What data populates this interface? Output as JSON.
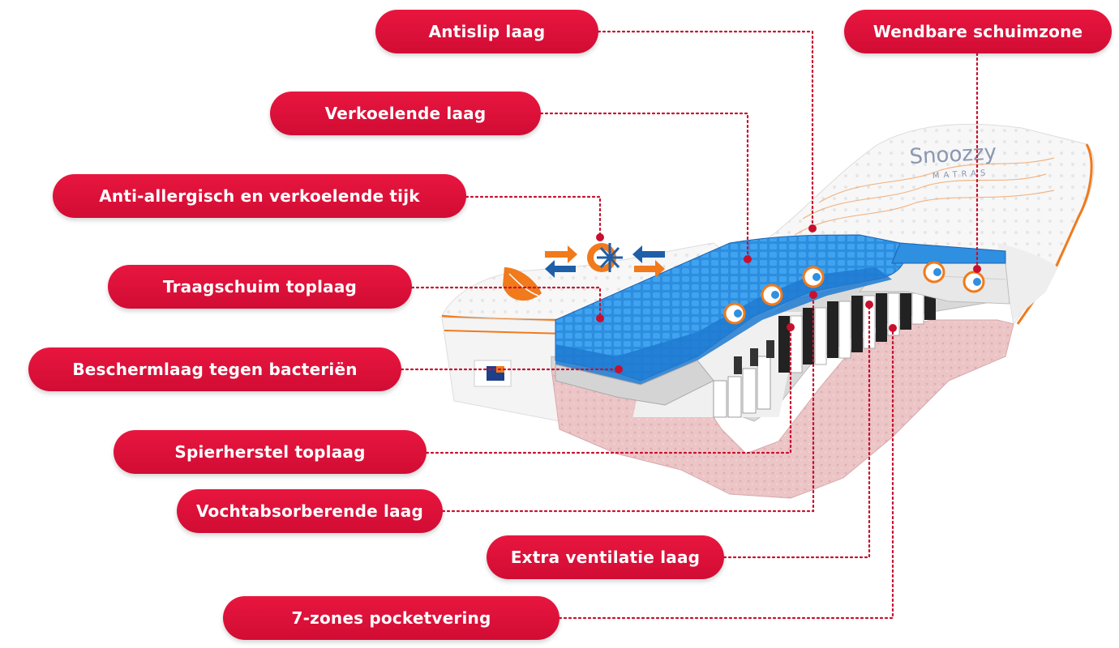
{
  "labels": {
    "antislip": "Antislip laag",
    "wendbaar": "Wendbare schuimzone",
    "verkoelend": "Verkoelende laag",
    "tijk": "Anti-allergisch en verkoelende tijk",
    "traagschuim": "Traagschuim toplaag",
    "bescherm": "Beschermlaag tegen bacteriën",
    "spierherstel": "Spierherstel toplaag",
    "vochtabsorberend": "Vochtabsorberende laag",
    "ventilatie": "Extra ventilatie laag",
    "pocketvering": "7-zones pocketvering"
  },
  "brand": {
    "logo_text": "Snoozzy",
    "logo_sub": "MATRAS"
  },
  "colors": {
    "pill": "#d8103a",
    "leader": "#c8102e",
    "foam_blue": "#2f8fe0",
    "pink_base": "#ecc7c8",
    "cover": "#f6f6f6",
    "orange": "#f07a1c"
  }
}
